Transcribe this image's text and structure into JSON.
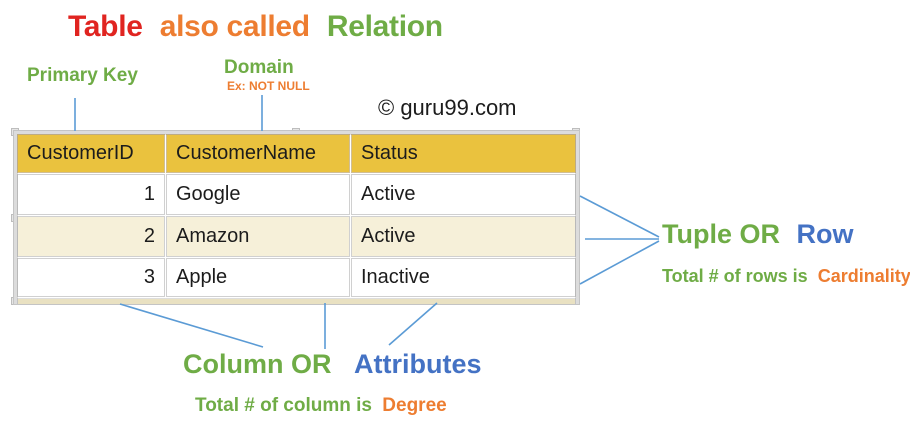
{
  "title": {
    "word1": "Table",
    "word2": "also called",
    "word3": "Relation"
  },
  "callouts": {
    "primary_key": "Primary Key",
    "domain": "Domain",
    "domain_example": "Ex: NOT NULL"
  },
  "watermark": "© guru99.com",
  "table": {
    "headers": [
      "CustomerID",
      "CustomerName",
      "Status"
    ],
    "rows": [
      [
        "1",
        "Google",
        "Active"
      ],
      [
        "2",
        "Amazon",
        "Active"
      ],
      [
        "3",
        "Apple",
        "Inactive"
      ]
    ]
  },
  "annotations": {
    "tuple_row": {
      "green": "Tuple OR",
      "blue": "Row"
    },
    "cardinality": {
      "green": "Total # of rows is",
      "orange": "Cardinality"
    },
    "column_attr": {
      "green": "Column OR",
      "blue": "Attributes"
    },
    "degree": {
      "green": "Total # of column is",
      "orange": "Degree"
    }
  },
  "colors": {
    "title_red": "#e02420",
    "accent_orange": "#ed7d31",
    "accent_green": "#6fac46",
    "accent_blue": "#4472c4",
    "connector_blue": "#5b9bd5",
    "header_gold": "#eac23e",
    "banded_row_cream": "#f6f0d9",
    "text_black": "#1c1c1c"
  }
}
